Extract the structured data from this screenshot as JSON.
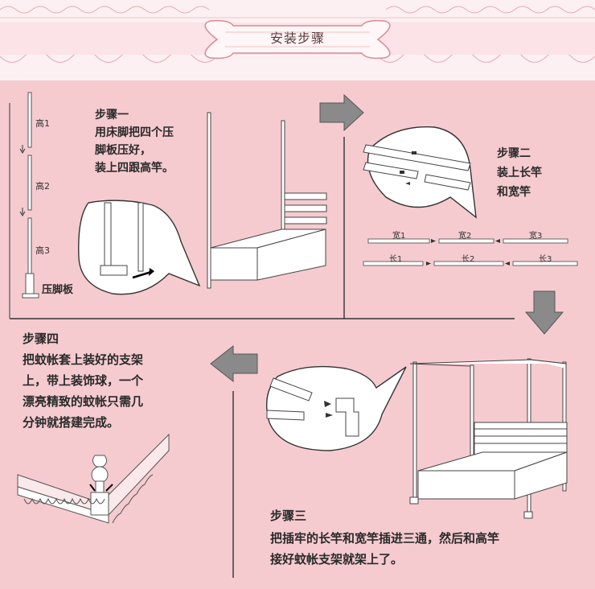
{
  "title": "安装步骤",
  "step1": {
    "heading": "步骤一",
    "lines": [
      "用床脚把四个压",
      "脚板压好，",
      "装上四跟高竿。"
    ],
    "labels": [
      "高1",
      "高2",
      "高3",
      "压脚板"
    ]
  },
  "step2": {
    "heading": "步骤二",
    "lines": [
      "装上长竿",
      "和宽竿"
    ],
    "rods_top": [
      "宽1",
      "宽2",
      "宽3"
    ],
    "rods_bottom": [
      "长1",
      "长2",
      "长3"
    ]
  },
  "step3": {
    "heading": "步骤三",
    "lines": [
      "把插牢的长竿和宽竿插进三通，然后和高竿",
      "接好蚊帐支架就架上了。"
    ]
  },
  "step4": {
    "heading": "步骤四",
    "lines": [
      "把蚊帐套上装好的支架",
      "上，带上装饰球，一个",
      "漂亮精致的蚊帐只需几",
      "分钟就搭建完成。"
    ]
  }
}
